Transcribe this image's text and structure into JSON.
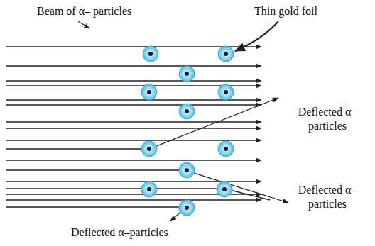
{
  "diagram": {
    "labels": [
      "Beam of α– particles",
      "Thin gold foil",
      "Deflected α–particles",
      "Deflected α–particles",
      "Deflected α–particles"
    ]
  }
}
